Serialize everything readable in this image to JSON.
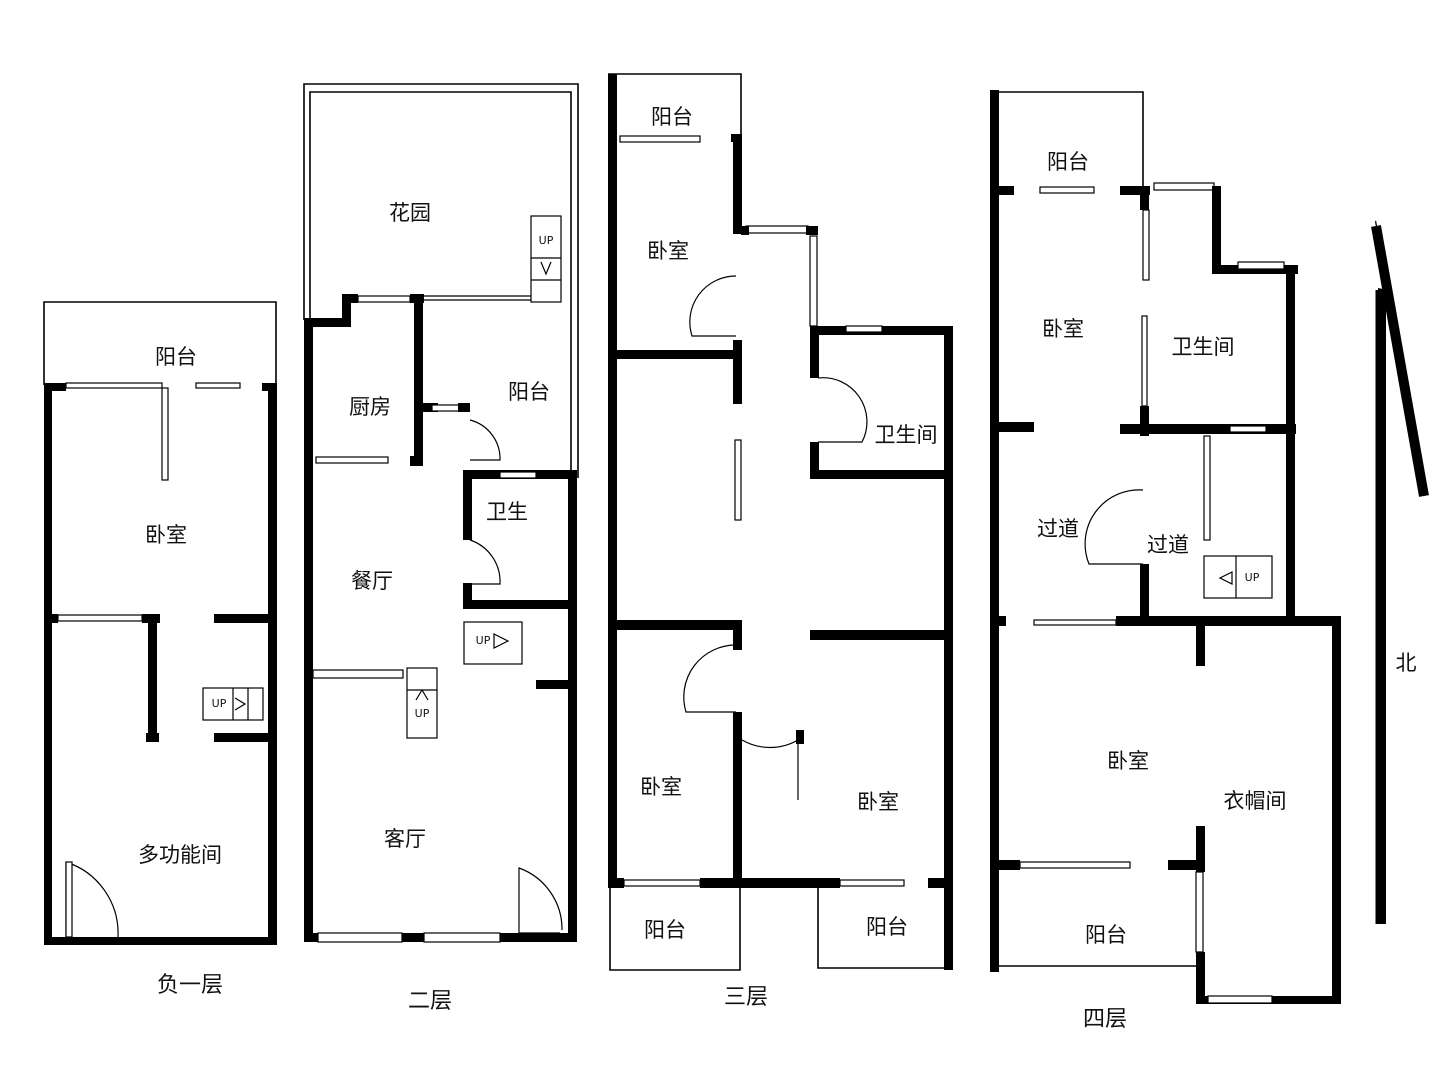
{
  "colors": {
    "wall": "#000000",
    "background": "#ffffff",
    "text": "#111111"
  },
  "stairs": {
    "up_label": "UP"
  },
  "floors": [
    {
      "caption": "负一层",
      "rooms": {
        "balcony": "阳台",
        "bedroom": "卧室",
        "multi_room": "多功能间"
      }
    },
    {
      "caption": "二层",
      "rooms": {
        "garden": "花园",
        "kitchen": "厨房",
        "balcony": "阳台",
        "bath": "卫生",
        "dining": "餐厅",
        "living": "客厅"
      }
    },
    {
      "caption": "三层",
      "rooms": {
        "balcony_top": "阳台",
        "bedroom_top": "卧室",
        "bathroom": "卫生间",
        "bedroom_left": "卧室",
        "bedroom_right": "卧室",
        "balcony_left": "阳台",
        "balcony_right": "阳台"
      }
    },
    {
      "caption": "四层",
      "rooms": {
        "balcony_top": "阳台",
        "bedroom_top": "卧室",
        "bathroom": "卫生间",
        "hallway_left": "过道",
        "hallway_right": "过道",
        "bedroom_main": "卧室",
        "cloakroom": "衣帽间",
        "balcony_bottom": "阳台"
      }
    }
  ],
  "compass": {
    "label": "北",
    "direction_icon": "north-arrow-icon"
  }
}
